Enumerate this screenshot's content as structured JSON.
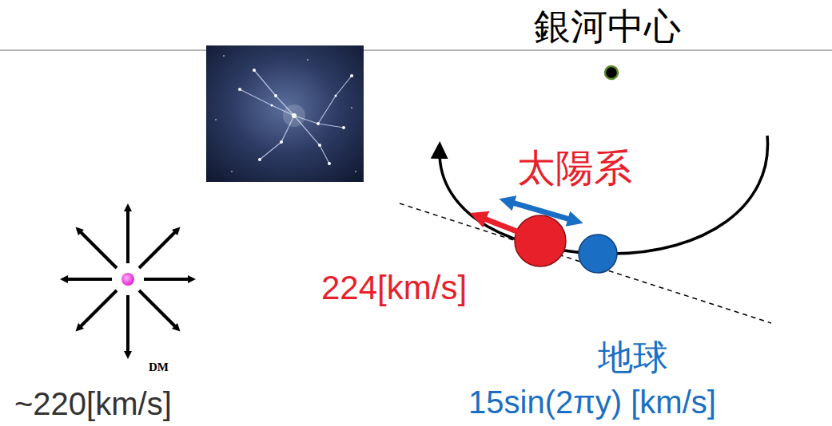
{
  "diagram": {
    "labels": [
      "銀河中心",
      "太陽系",
      "224[km/s]",
      "地球",
      "15sin(2πy) [km/s]",
      "DM",
      "~220[km/s]"
    ]
  }
}
